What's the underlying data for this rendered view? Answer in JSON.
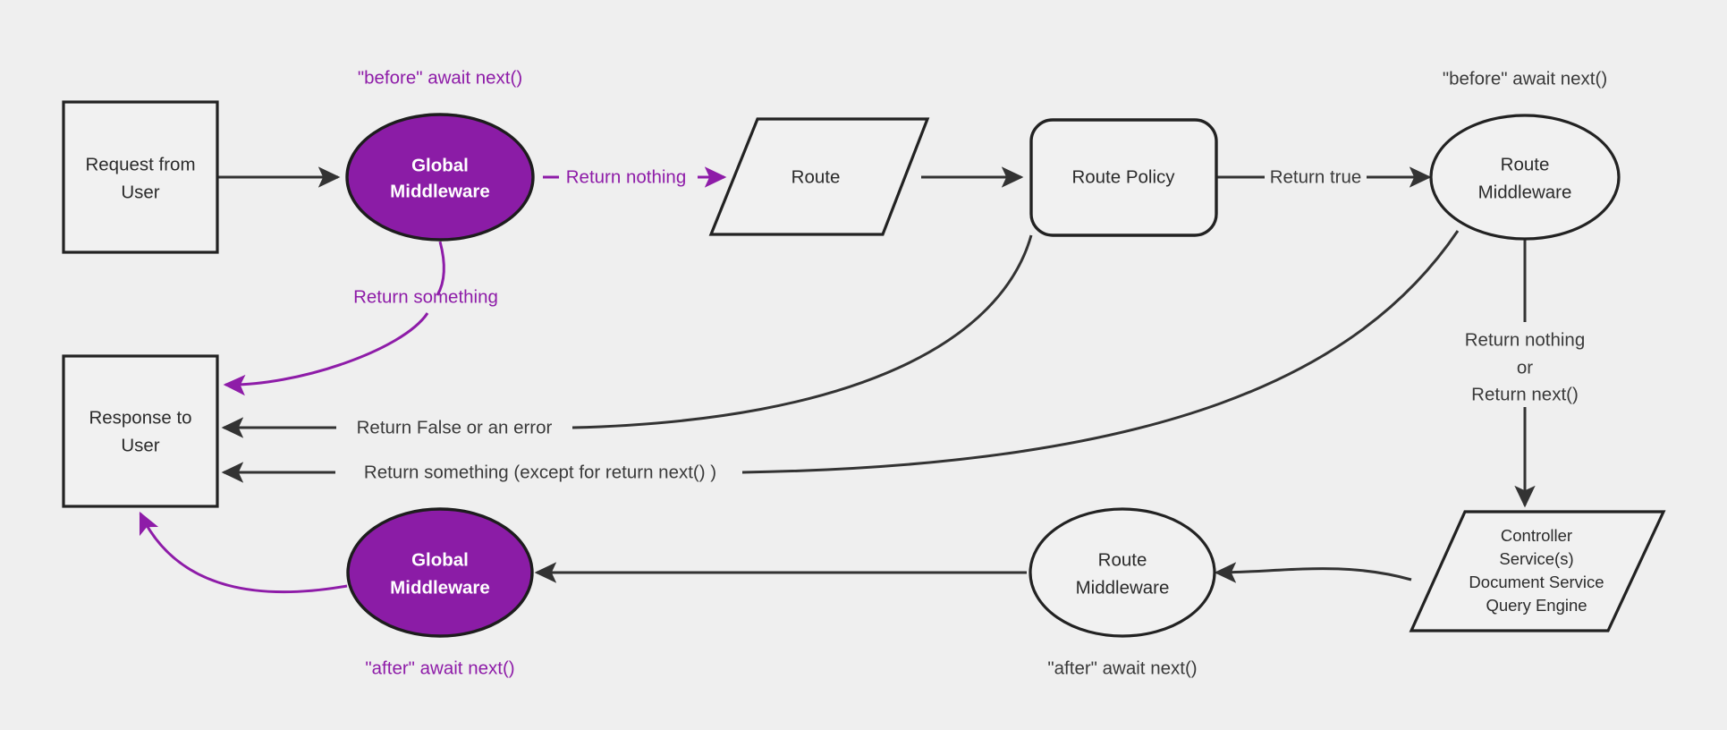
{
  "diagram": {
    "title": "Request / Middleware Lifecycle Flow",
    "background_color": "#efefef",
    "accent_color": "#8b1ca6",
    "line_color": "#333333",
    "nodes": {
      "request_from_user": {
        "line1": "Request from",
        "line2": "User",
        "shape": "rectangle"
      },
      "global_middleware_before": {
        "line1": "Global",
        "line2": "Middleware",
        "shape": "ellipse"
      },
      "route": {
        "line1": "Route",
        "shape": "parallelogram"
      },
      "route_policy": {
        "line1": "Route Policy",
        "shape": "rounded-rectangle"
      },
      "route_middleware_before": {
        "line1": "Route",
        "line2": "Middleware",
        "shape": "ellipse"
      },
      "controller": {
        "line1": "Controller",
        "line2": "Service(s)",
        "line3": "Document Service",
        "line4": "Query Engine",
        "shape": "parallelogram"
      },
      "route_middleware_after": {
        "line1": "Route",
        "line2": "Middleware",
        "shape": "ellipse"
      },
      "global_middleware_after": {
        "line1": "Global",
        "line2": "Middleware",
        "shape": "ellipse"
      },
      "response_to_user": {
        "line1": "Response to",
        "line2": "User",
        "shape": "rectangle"
      }
    },
    "annotations": {
      "before_await_next_global": "\"before\" await next()",
      "before_await_next_route": "\"before\" await next()",
      "after_await_next_global": "\"after\" await next()",
      "after_await_next_route": "\"after\" await next()"
    },
    "edge_labels": {
      "return_nothing": "Return nothing",
      "return_something": "Return something",
      "return_true": "Return true",
      "return_nothing_or_next_l1": "Return nothing",
      "return_nothing_or_next_l2": "or",
      "return_nothing_or_next_l3": "Return next()",
      "return_false_or_error": "Return False or an error",
      "return_something_except_next": "Return something (except for return next() )"
    }
  }
}
